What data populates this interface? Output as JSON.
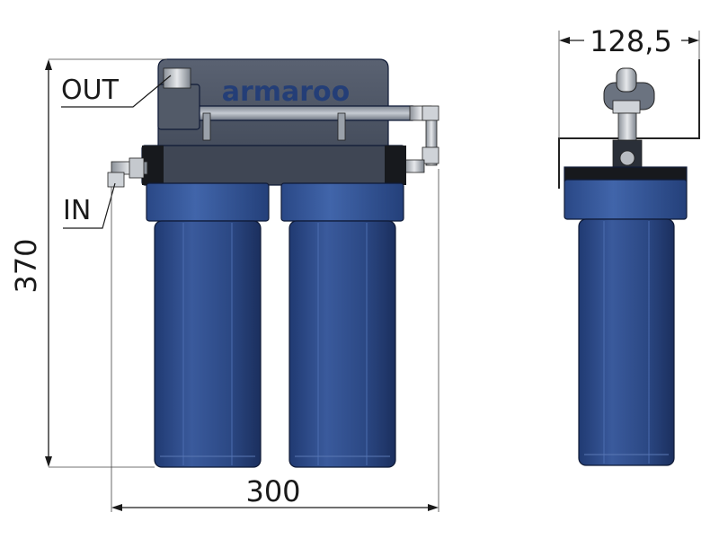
{
  "labels": {
    "outlet": "OUT",
    "inlet": "IN"
  },
  "dimensions": {
    "height": "370",
    "width": "300",
    "depth": "128,5"
  },
  "brand": "armaroo",
  "colors": {
    "housing_blue": "#2d4a86",
    "housing_dark": "#1f3466",
    "cap_blue": "#34559a",
    "bracket_gray": "#4a5363",
    "head_black": "#16181c",
    "fitting_silver": "#b8bcc2",
    "line": "#1a1a1a"
  }
}
